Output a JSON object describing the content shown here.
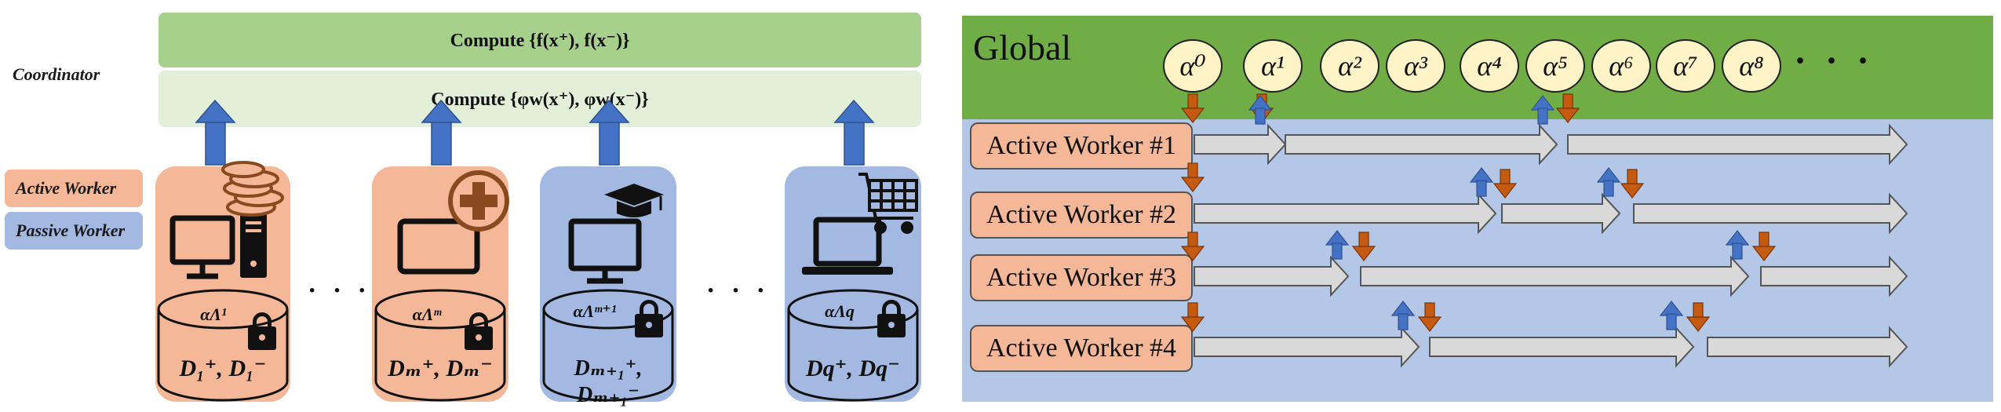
{
  "left": {
    "coordinator_label": "Coordinator",
    "active_worker_label": "Active Worker",
    "passive_worker_label": "Passive Worker",
    "top_bar_text": "Compute {f(x⁺), f(x⁻)}",
    "second_bar_text": "Compute {φw(x⁺), φw(x⁻)}",
    "ellipsis": "· · ·",
    "cards": [
      {
        "alpha": "αΛ¹",
        "data": "D₁⁺, D₁⁻",
        "kind": "active",
        "icon": "desktop-tower-icon",
        "badge": "coins-icon"
      },
      {
        "alpha": "αΛᵐ",
        "data": "Dₘ⁺, Dₘ⁻",
        "kind": "active",
        "icon": "tablet-icon",
        "badge": "medical-cross-icon"
      },
      {
        "alpha": "αΛᵐ⁺¹",
        "data": "Dₘ₊₁⁺, Dₘ₊₁⁻",
        "kind": "passive",
        "icon": "desktop-icon",
        "badge": "graduation-cap-icon"
      },
      {
        "alpha": "αΛq",
        "data": "Dq⁺, Dq⁻",
        "kind": "passive",
        "icon": "laptop-icon",
        "badge": "shopping-cart-icon"
      }
    ],
    "colors": {
      "active": "#f4b797",
      "passive": "#a3b9e2",
      "bar_top": "#a8d08d",
      "bar_second": "#e2efd9",
      "arrow": "#4472c4"
    }
  },
  "right": {
    "global_label": "Global",
    "alphas": [
      "α⁰",
      "α¹",
      "α²",
      "α³",
      "α⁴",
      "α⁵",
      "α⁶",
      "α⁷",
      "α⁸"
    ],
    "alpha_ellipsis": "· · ·",
    "workers": [
      "Active Worker #1",
      "Active Worker #2",
      "Active Worker #3",
      "Active Worker #4"
    ],
    "colors": {
      "global_bg": "#70ad47",
      "workers_bg": "#b4c7e7",
      "up_arrow": "#4472c4",
      "down_arrow": "#c55a11",
      "timeline_arrow": "#d9d9d9"
    }
  }
}
